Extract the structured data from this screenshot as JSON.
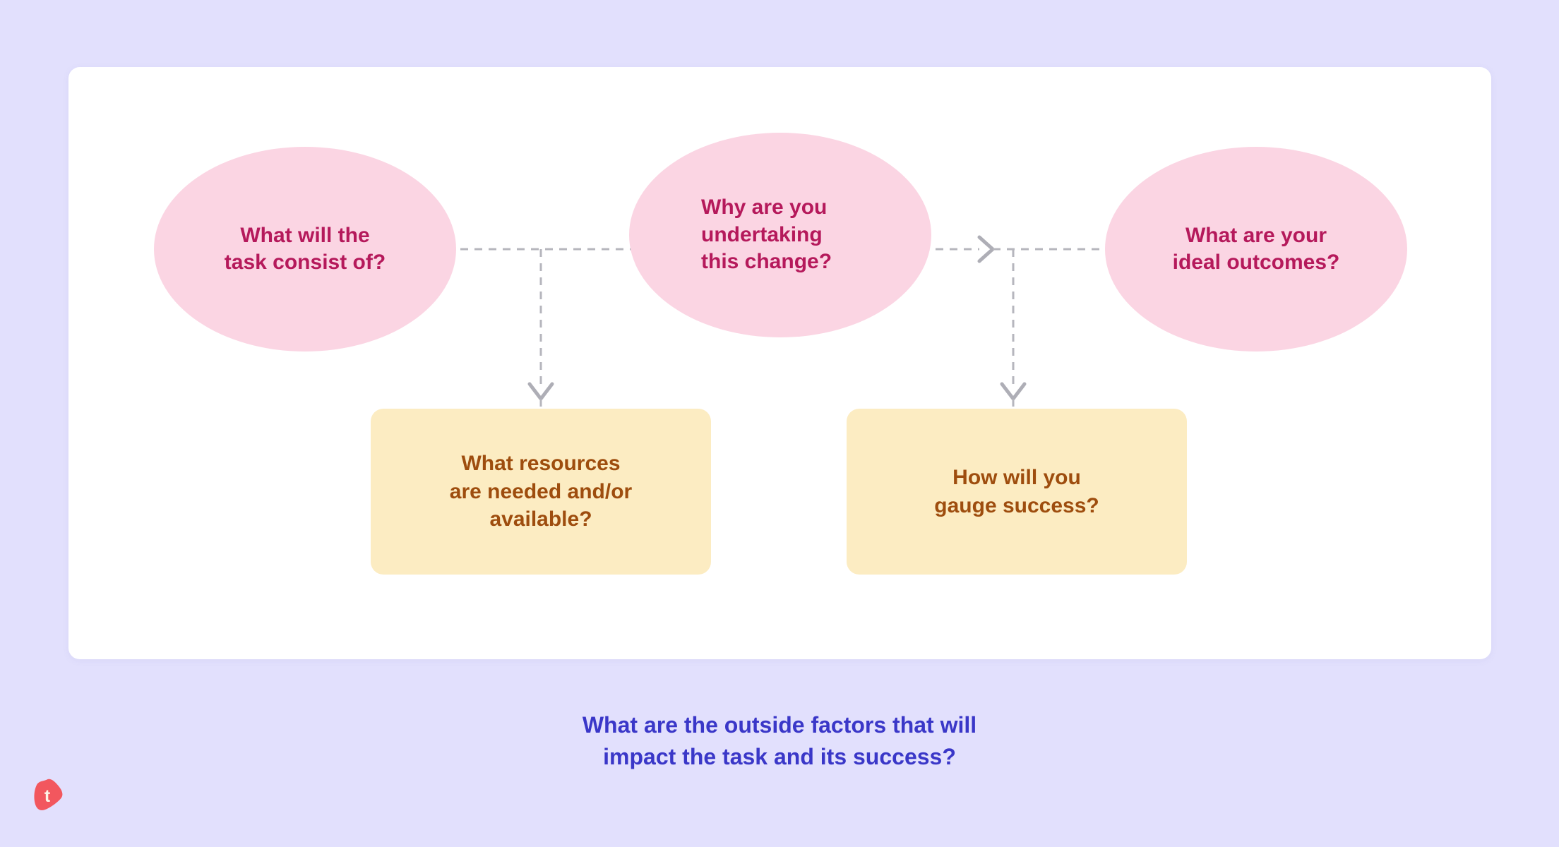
{
  "colors": {
    "background": "#e2e0fd",
    "card": "#ffffff",
    "ellipse_fill": "#fbd5e3",
    "ellipse_text": "#b5195b",
    "box_fill": "#fcecc2",
    "box_text": "#9e4d0e",
    "caption_text": "#3a37c8",
    "connector": "#b6b6bd",
    "logo_fill": "#f2575e",
    "logo_letter": "#fdf4e6"
  },
  "diagram": {
    "type": "flow",
    "nodes": [
      {
        "id": "node-1",
        "shape": "ellipse",
        "lines": [
          "What will the",
          "task consist of?"
        ],
        "align": "center"
      },
      {
        "id": "node-2",
        "shape": "ellipse",
        "lines": [
          "Why are you",
          "undertaking",
          "this change?"
        ],
        "align": "left"
      },
      {
        "id": "node-3",
        "shape": "ellipse",
        "lines": [
          "What are your",
          "ideal outcomes?"
        ],
        "align": "center"
      },
      {
        "id": "node-4",
        "shape": "rounded-rect",
        "lines": [
          "What resources",
          "are needed and/or",
          "available?"
        ],
        "align": "center"
      },
      {
        "id": "node-5",
        "shape": "rounded-rect",
        "lines": [
          "How will you",
          "gauge success?"
        ],
        "align": "center"
      }
    ],
    "connectors": [
      {
        "id": "conn-1-2",
        "from": "node-1",
        "to": "node-2",
        "style": "dashed",
        "direction": "horizontal-right"
      },
      {
        "id": "conn-1-4",
        "from": "conn-1-2",
        "to": "node-4",
        "style": "dashed",
        "direction": "vertical-down"
      },
      {
        "id": "conn-2-3",
        "from": "node-2",
        "to": "node-3",
        "style": "dashed",
        "direction": "horizontal-right"
      },
      {
        "id": "conn-2-5",
        "from": "conn-2-3",
        "to": "node-5",
        "style": "dashed",
        "direction": "vertical-down"
      }
    ]
  },
  "caption": {
    "line1": "What are the outside factors that will",
    "line2": "impact the task and its success?"
  },
  "logo": {
    "letter": "t",
    "name": "tability-logo"
  }
}
